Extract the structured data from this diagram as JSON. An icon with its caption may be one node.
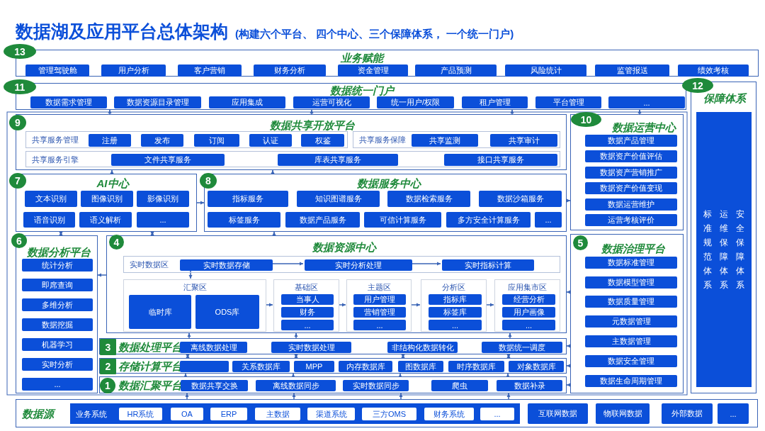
{
  "diagram": {
    "title": "数据湖及应用平台总体架构",
    "nodes": [
      {
        "text": [
          "13",
          "业务赋能"
        ]
      },
      {
        "text": [
          "管理驾驶舱"
        ],
        "in": 0
      },
      {
        "text": [
          "用户分析"
        ],
        "in": 0
      },
      {
        "text": [
          "客户营销"
        ],
        "in": 0
      },
      {
        "text": [
          "财务分析"
        ],
        "in": 0
      },
      {
        "text": [
          "资金管理"
        ],
        "in": 0
      },
      {
        "text": [
          "产品预测"
        ],
        "in": 0
      },
      {
        "text": [
          "风险统计"
        ],
        "in": 0
      },
      {
        "text": [
          "监管报送"
        ],
        "in": 0
      },
      {
        "text": [
          "绩效考核"
        ],
        "in": 0
      },
      {
        "text": [
          "11",
          "数据统一门户"
        ]
      },
      {
        "text": [
          "数据需求管理"
        ],
        "in": 10
      },
      {
        "text": [
          "数据资源目录管理"
        ],
        "in": 10
      },
      {
        "text": [
          "应用集成"
        ],
        "in": 10
      },
      {
        "text": [
          "运营可视化"
        ],
        "in": 10
      },
      {
        "text": [
          "统一用户/权限"
        ],
        "in": 10
      },
      {
        "text": [
          "租户管理"
        ],
        "in": 10
      },
      {
        "text": [
          "平台管理"
        ],
        "in": 10
      },
      {
        "text": [
          "..."
        ],
        "in": 10
      },
      {
        "text": [
          "12",
          "保障体系"
        ]
      },
      {
        "text": [
          "标准规范体系",
          "运维保障体系",
          "安全保障体系"
        ],
        "in": 19
      },
      {
        "text": [
          "9",
          "数据共享开放平台"
        ]
      },
      {
        "text": [
          "共享服务管理"
        ],
        "in": 21
      },
      {
        "text": [
          "注册"
        ],
        "in": 22
      },
      {
        "text": [
          "发布"
        ],
        "in": 22
      },
      {
        "text": [
          "订阅"
        ],
        "in": 22
      },
      {
        "text": [
          "认证"
        ],
        "in": 22
      },
      {
        "text": [
          "权鉴"
        ],
        "in": 22
      },
      {
        "text": [
          "共享服务保障"
        ],
        "in": 21
      },
      {
        "text": [
          "共享监测"
        ],
        "in": 28
      },
      {
        "text": [
          "共享审计"
        ],
        "in": 28
      },
      {
        "text": [
          "共享服务引擎"
        ],
        "in": 21
      },
      {
        "text": [
          "文件共享服务"
        ],
        "in": 31
      },
      {
        "text": [
          "库表共享服务"
        ],
        "in": 31
      },
      {
        "text": [
          "接口共享服务"
        ],
        "in": 31
      },
      {
        "text": [
          "10",
          "数据运营中心"
        ]
      },
      {
        "text": [
          "数据产品管理"
        ],
        "in": 35
      },
      {
        "text": [
          "数据资产价值评估"
        ],
        "in": 35
      },
      {
        "text": [
          "数据资产营销推广"
        ],
        "in": 35
      },
      {
        "text": [
          "数据资产价值变现"
        ],
        "in": 35
      },
      {
        "text": [
          "数据运营维护"
        ],
        "in": 35
      },
      {
        "text": [
          "运营考核评价"
        ],
        "in": 35
      },
      {
        "text": [
          "7",
          "AI中心"
        ]
      },
      {
        "text": [
          "文本识别"
        ],
        "in": 42
      },
      {
        "text": [
          "图像识别"
        ],
        "in": 42
      },
      {
        "text": [
          "影像识别"
        ],
        "in": 42
      },
      {
        "text": [
          "语音识别"
        ],
        "in": 42
      },
      {
        "text": [
          "语义解析"
        ],
        "in": 42
      },
      {
        "text": [
          "..."
        ],
        "in": 42
      },
      {
        "text": [
          "8",
          "数据服务中心"
        ]
      },
      {
        "text": [
          "指标服务"
        ],
        "in": 49
      },
      {
        "text": [
          "知识图谱服务"
        ],
        "in": 49
      },
      {
        "text": [
          "数据检索服务"
        ],
        "in": 49
      },
      {
        "text": [
          "数据沙箱服务"
        ],
        "in": 49
      },
      {
        "text": [
          "标签服务"
        ],
        "in": 49
      },
      {
        "text": [
          "数据产品服务"
        ],
        "in": 49
      },
      {
        "text": [
          "可信计算服务"
        ],
        "in": 49
      },
      {
        "text": [
          "多方安全计算服务"
        ],
        "in": 49
      },
      {
        "text": [
          "..."
        ],
        "in": 49
      },
      {
        "text": [
          "6",
          "数据分析平台"
        ]
      },
      {
        "text": [
          "统计分析"
        ],
        "in": 59
      },
      {
        "text": [
          "即席查询"
        ],
        "in": 59
      },
      {
        "text": [
          "多维分析"
        ],
        "in": 59
      },
      {
        "text": [
          "数据挖掘"
        ],
        "in": 59
      },
      {
        "text": [
          "机器学习"
        ],
        "in": 59
      },
      {
        "text": [
          "实时分析"
        ],
        "in": 59
      },
      {
        "text": [
          "..."
        ],
        "in": 59
      },
      {
        "text": [
          "4",
          "数据资源中心"
        ]
      },
      {
        "text": [
          "实时数据区"
        ],
        "in": 67
      },
      {
        "text": [
          "实时数据存储"
        ],
        "in": 68
      },
      {
        "text": [
          "实时分析处理"
        ],
        "in": 68
      },
      {
        "text": [
          "实时指标计算"
        ],
        "in": 68
      },
      {
        "text": [
          "汇聚区"
        ],
        "in": 67
      },
      {
        "text": [
          "临时库"
        ],
        "in": 72
      },
      {
        "text": [
          "ODS库"
        ],
        "in": 72
      },
      {
        "text": [
          "基础区"
        ],
        "in": 67
      },
      {
        "text": [
          "当事人"
        ],
        "in": 75
      },
      {
        "text": [
          "财务"
        ],
        "in": 75
      },
      {
        "text": [
          "..."
        ],
        "in": 75
      },
      {
        "text": [
          "主题区"
        ],
        "in": 67
      },
      {
        "text": [
          "用户管理"
        ],
        "in": 79
      },
      {
        "text": [
          "营销管理"
        ],
        "in": 79
      },
      {
        "text": [
          "..."
        ],
        "in": 79
      },
      {
        "text": [
          "分析区"
        ],
        "in": 67
      },
      {
        "text": [
          "指标库"
        ],
        "in": 83
      },
      {
        "text": [
          "标签库"
        ],
        "in": 83
      },
      {
        "text": [
          "..."
        ],
        "in": 83
      },
      {
        "text": [
          "应用集市区"
        ],
        "in": 67
      },
      {
        "text": [
          "经营分析"
        ],
        "in": 87
      },
      {
        "text": [
          "用户画像"
        ],
        "in": 87
      },
      {
        "text": [
          "..."
        ],
        "in": 87
      },
      {
        "text": [
          "5",
          "数据治理平台"
        ]
      },
      {
        "text": [
          "数据标准管理"
        ],
        "in": 91
      },
      {
        "text": [
          "数据模型管理"
        ],
        "in": 91
      },
      {
        "text": [
          "数据质量管理"
        ],
        "in": 91
      },
      {
        "text": [
          "元数据管理"
        ],
        "in": 91
      },
      {
        "text": [
          "主数据管理"
        ],
        "in": 91
      },
      {
        "text": [
          "数据安全管理"
        ],
        "in": 91
      },
      {
        "text": [
          "数据生命周期管理"
        ],
        "in": 91
      },
      {
        "text": [
          "3",
          "数据处理平台"
        ]
      },
      {
        "text": [
          "离线数据处理"
        ],
        "in": 99
      },
      {
        "text": [
          "实时数据处理"
        ],
        "in": 99
      },
      {
        "text": [
          "非结构化数据转化"
        ],
        "in": 99
      },
      {
        "text": [
          "数据统一调度"
        ],
        "in": 99
      },
      {
        "text": [
          "2",
          "存储计算平台"
        ]
      },
      {
        "text": [],
        "shape": "box",
        "in": 104
      },
      {
        "text": [
          "关系数据库"
        ],
        "in": 104
      },
      {
        "text": [
          "MPP"
        ],
        "in": 104
      },
      {
        "text": [
          "内存数据库"
        ],
        "in": 104
      },
      {
        "text": [
          "图数据库"
        ],
        "in": 104
      },
      {
        "text": [
          "时序数据库"
        ],
        "in": 104
      },
      {
        "text": [
          "对象数据库"
        ],
        "in": 104
      },
      {
        "text": [
          "1",
          "数据汇聚平台"
        ]
      },
      {
        "text": [
          "数据共享交换"
        ],
        "in": 112
      },
      {
        "text": [
          "离线数据同步"
        ],
        "in": 112
      },
      {
        "text": [
          "实时数据同步"
        ],
        "in": 112
      },
      {
        "text": [
          "爬虫"
        ],
        "in": 112
      },
      {
        "text": [
          "数据补录"
        ],
        "in": 112
      },
      {
        "text": [
          "数据源"
        ]
      },
      {
        "text": [
          "业务系统"
        ],
        "in": 118
      },
      {
        "text": [
          "HR系统"
        ],
        "in": 119
      },
      {
        "text": [
          "OA"
        ],
        "in": 119
      },
      {
        "text": [
          "ERP"
        ],
        "in": 119
      },
      {
        "text": [
          "主数据"
        ],
        "in": 119
      },
      {
        "text": [
          "渠道系统"
        ],
        "in": 119
      },
      {
        "text": [
          "三方OMS"
        ],
        "in": 119
      },
      {
        "text": [
          "财务系统"
        ],
        "in": 119
      },
      {
        "text": [
          "..."
        ],
        "in": 119
      },
      {
        "text": [
          "互联网数据"
        ],
        "in": 118
      },
      {
        "text": [
          "物联网数据"
        ],
        "in": 118
      },
      {
        "text": [
          "外部数据"
        ],
        "in": 118
      },
      {
        "text": [
          "..."
        ],
        "in": 118
      }
    ],
    "edges": [
      {
        "from": 21,
        "to": 10,
        "arrow": "to"
      },
      {
        "from": 21,
        "to": 10,
        "arrow": "to"
      },
      {
        "from": 21,
        "to": 10,
        "arrow": "to"
      },
      {
        "from": 35,
        "to": 10,
        "arrow": "to"
      },
      {
        "from": 42,
        "to": 21,
        "arrow": "to"
      },
      {
        "from": 49,
        "to": 21,
        "arrow": "to"
      },
      {
        "from": 42,
        "to": 49,
        "arrow": "to"
      },
      {
        "from": 49,
        "to": 35,
        "arrow": "to"
      },
      {
        "from": 59,
        "to": 42,
        "arrow": "both"
      },
      {
        "from": 67,
        "to": 42,
        "arrow": "both"
      },
      {
        "from": 67,
        "to": 49,
        "arrow": "to"
      },
      {
        "from": 67,
        "to": 59,
        "arrow": "to"
      },
      {
        "from": 91,
        "to": 67,
        "arrow": "to"
      },
      {
        "from": 91,
        "to": 99,
        "arrow": "to"
      },
      {
        "from": 91,
        "to": 104,
        "arrow": "to"
      },
      {
        "from": 91,
        "to": 112,
        "arrow": "to"
      },
      {
        "from": 69,
        "to": 70,
        "arrow": "to"
      },
      {
        "from": 70,
        "to": 71,
        "arrow": "to"
      },
      {
        "from": 69,
        "to": 72,
        "arrow": "to"
      },
      {
        "from": 72,
        "to": 75,
        "arrow": "to"
      },
      {
        "from": 75,
        "to": 79,
        "arrow": "to"
      },
      {
        "from": 79,
        "to": 83,
        "arrow": "to"
      },
      {
        "from": 83,
        "to": 87,
        "arrow": "to"
      },
      {
        "from": 99,
        "to": 67,
        "arrow": "to"
      },
      {
        "from": 99,
        "to": 67,
        "arrow": "to"
      },
      {
        "from": 99,
        "to": 67,
        "arrow": "to"
      },
      {
        "from": 104,
        "to": 99,
        "arrow": "both"
      },
      {
        "from": 104,
        "to": 99,
        "arrow": "both"
      },
      {
        "from": 104,
        "to": 99,
        "arrow": "both"
      },
      {
        "from": 104,
        "to": 99,
        "arrow": "both"
      },
      {
        "from": 112,
        "to": 104,
        "arrow": "to"
      },
      {
        "from": 112,
        "to": 104,
        "arrow": "to"
      },
      {
        "from": 112,
        "to": 104,
        "arrow": "to"
      },
      {
        "from": 112,
        "to": 104,
        "arrow": "to"
      },
      {
        "from": 118,
        "to": 112,
        "arrow": "to"
      },
      {
        "from": 118,
        "to": 112,
        "arrow": "to"
      },
      {
        "from": 118,
        "to": 112,
        "arrow": "to"
      },
      {
        "from": 118,
        "to": 112,
        "arrow": "to"
      }
    ],
    "labels": [
      "(构建六个平台、 四个中心、三个保障体系， 一个统一门户)"
    ]
  }
}
